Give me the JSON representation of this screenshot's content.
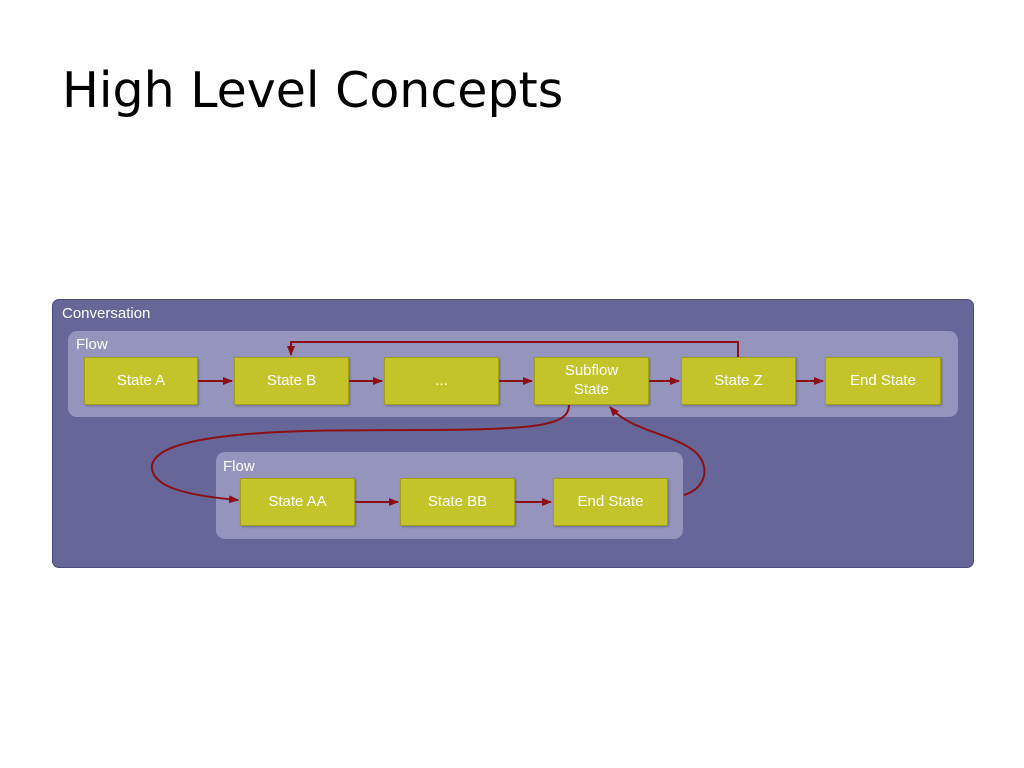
{
  "slide": {
    "title": "High Level Concepts"
  },
  "colors": {
    "conversation_fill": "#676699",
    "flow_fill": "#9494bd",
    "state_fill": "#c4c42a",
    "arrow": "#8b0f15"
  },
  "diagram": {
    "conversation_label": "Conversation",
    "main_flow": {
      "label": "Flow",
      "states": {
        "state_a": "State A",
        "state_b": "State B",
        "ellipsis": "...",
        "subflow_line1": "Subflow",
        "subflow_line2": "State",
        "state_z": "State Z",
        "end_state": "End State"
      }
    },
    "sub_flow": {
      "label": "Flow",
      "states": {
        "state_aa": "State AA",
        "state_bb": "State BB",
        "end_state": "End State"
      }
    }
  }
}
